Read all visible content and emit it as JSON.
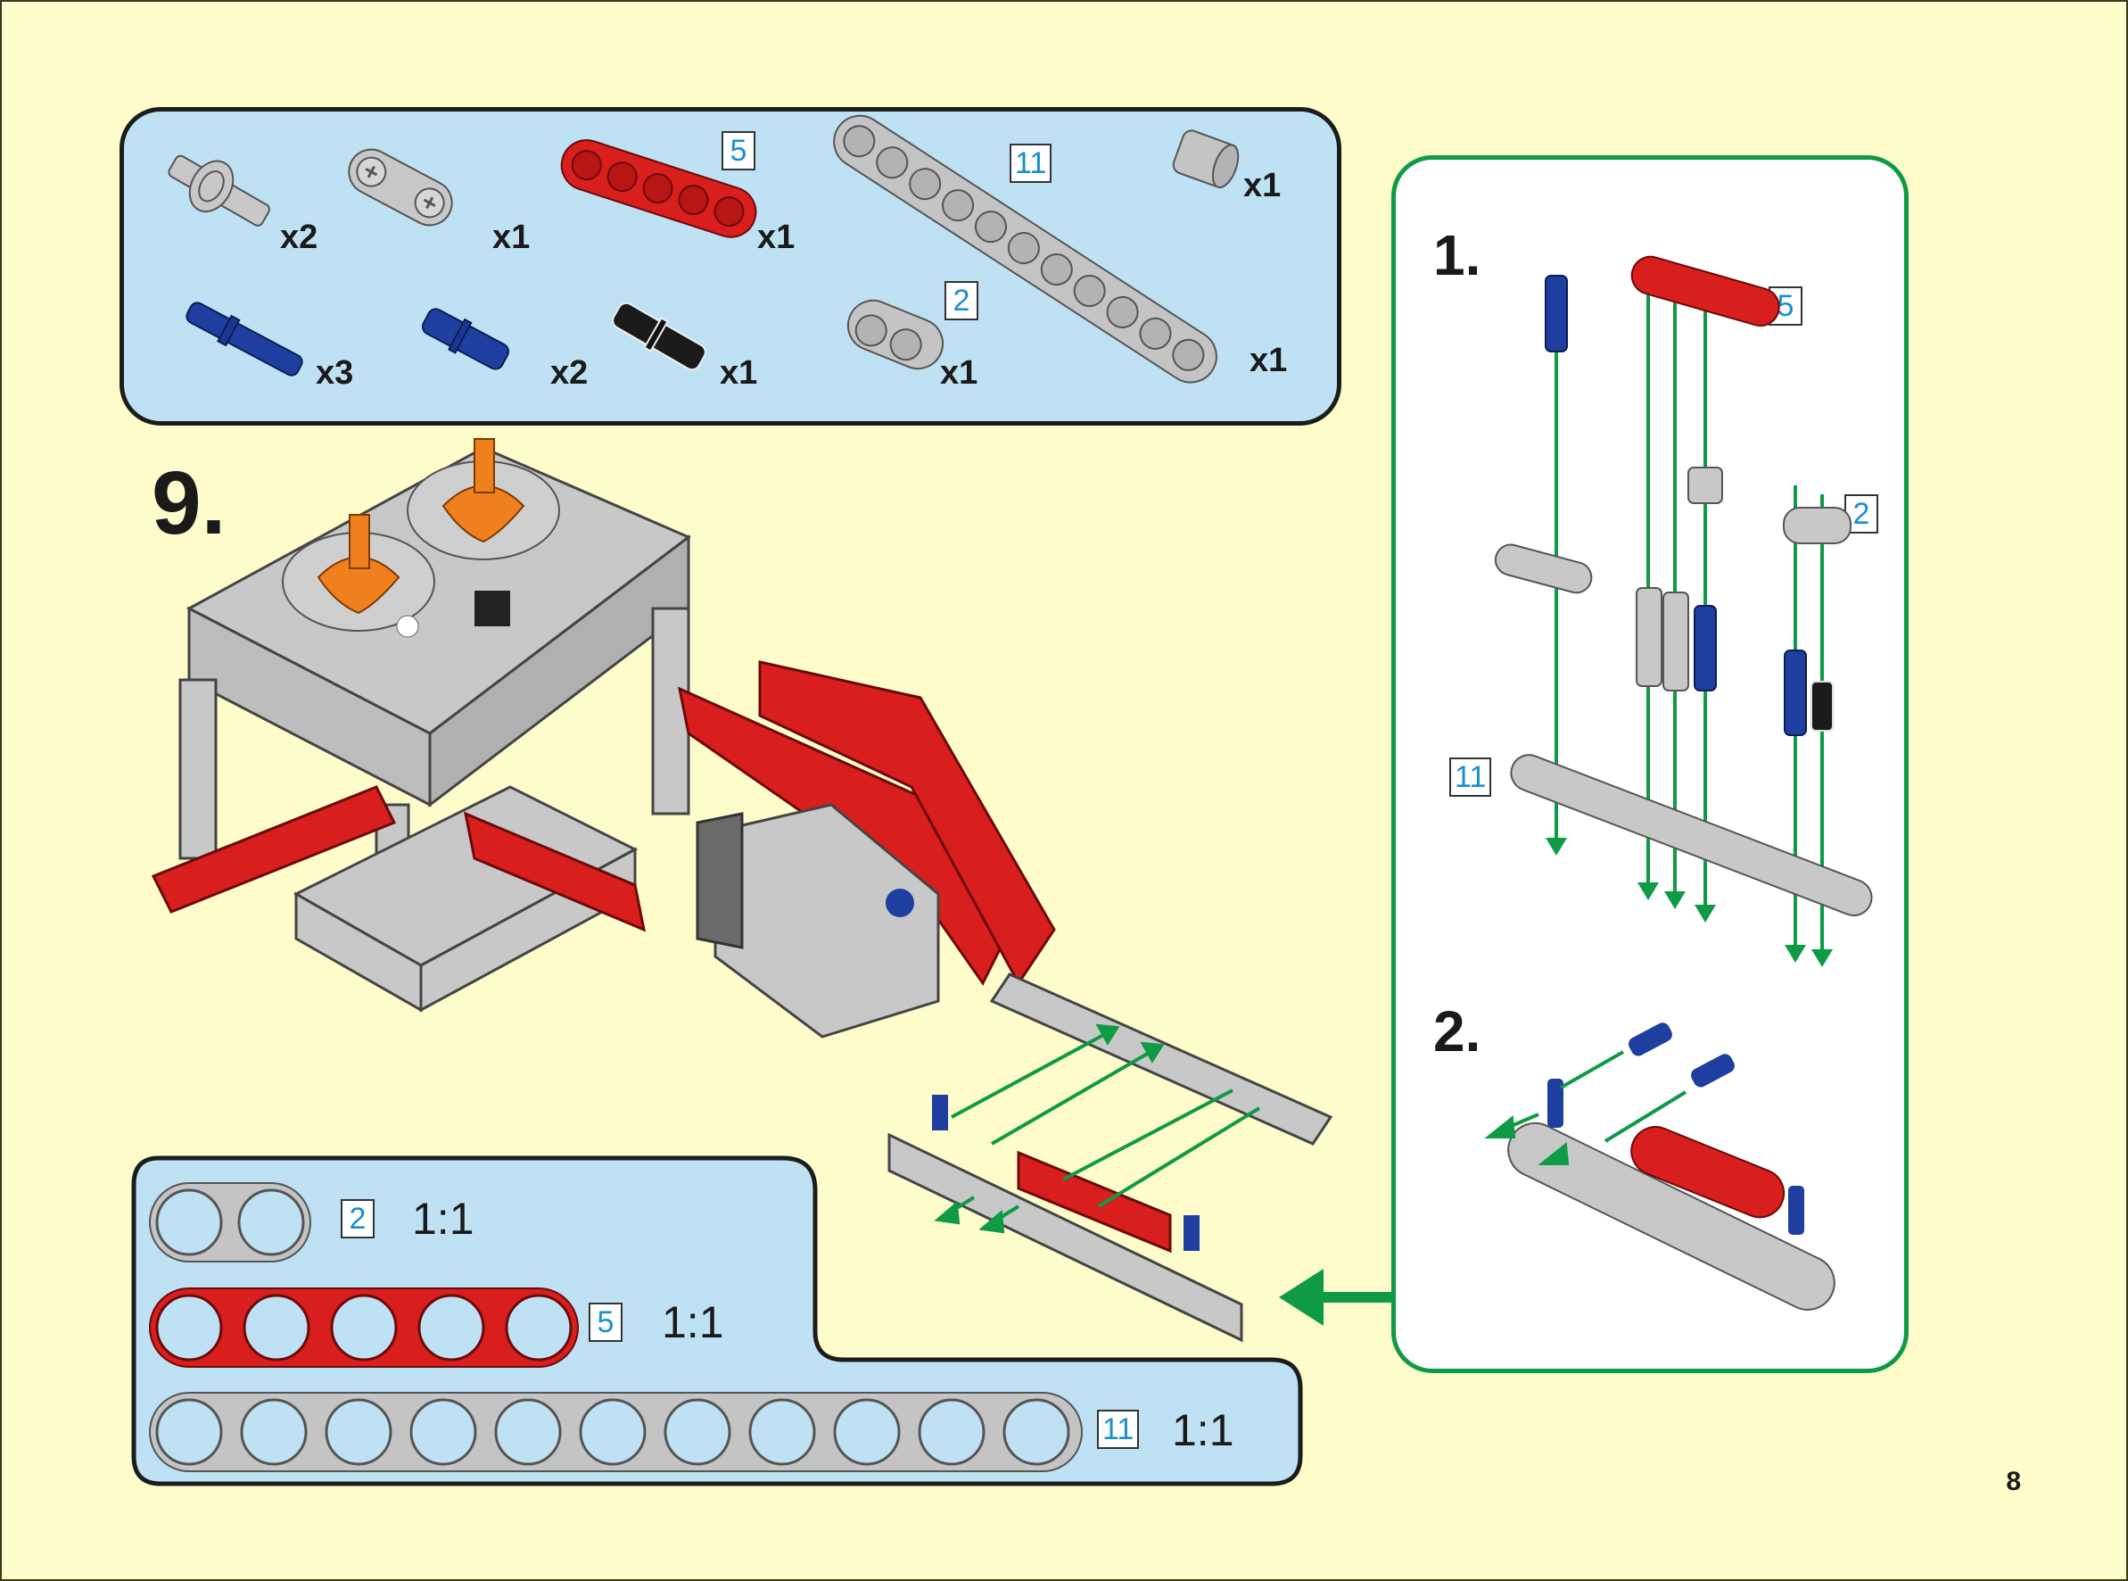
{
  "page": {
    "step_number": "9.",
    "page_number": "8",
    "background_color": "#FFFCCB"
  },
  "parts_list": {
    "items": [
      {
        "part": "axle-pin-with-friction-connector",
        "color": "light-gray",
        "quantity": "x2"
      },
      {
        "part": "cross-axle-connector-double",
        "color": "light-gray",
        "quantity": "x1"
      },
      {
        "part": "beam",
        "color": "red",
        "length": "5",
        "quantity": "x1"
      },
      {
        "part": "beam",
        "color": "light-gray",
        "length": "11",
        "quantity": "x1"
      },
      {
        "part": "bushing-half",
        "color": "light-gray",
        "quantity": "x1"
      },
      {
        "part": "long-pin-with-friction",
        "color": "blue",
        "quantity": "x3"
      },
      {
        "part": "axle-pin",
        "color": "blue",
        "quantity": "x2"
      },
      {
        "part": "pin-with-friction",
        "color": "black",
        "quantity": "x1"
      },
      {
        "part": "beam",
        "color": "light-gray",
        "length": "2",
        "quantity": "x1"
      }
    ],
    "colors": {
      "box_fill": "#BEE2F4",
      "red": "#D91E1E",
      "gray": "#BDBDBD",
      "blue": "#1E3FA0",
      "black": "#1a1a1a"
    }
  },
  "sub_steps": {
    "border_color": "#0F9A45",
    "steps": [
      {
        "label": "1.",
        "length_tags": [
          "5",
          "2",
          "11"
        ]
      },
      {
        "label": "2."
      }
    ]
  },
  "scale_legend": {
    "rows": [
      {
        "length": "2",
        "color": "gray",
        "ratio": "1:1"
      },
      {
        "length": "5",
        "color": "red",
        "ratio": "1:1"
      },
      {
        "length": "11",
        "color": "gray",
        "ratio": "1:1"
      }
    ]
  }
}
